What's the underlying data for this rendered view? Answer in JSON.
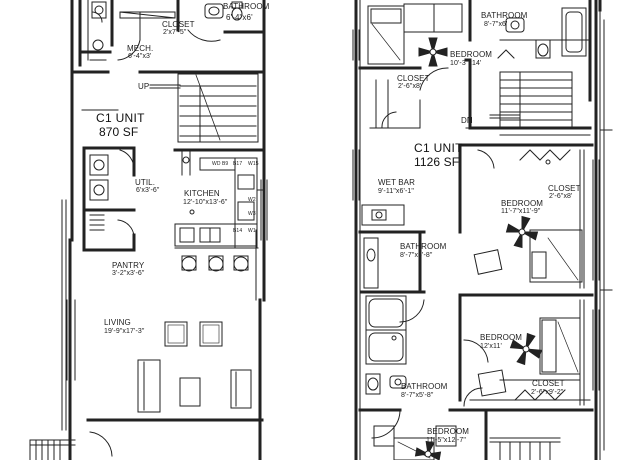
{
  "left_unit": {
    "title": "C1 UNIT",
    "area": "870 SF",
    "rooms": {
      "closet": {
        "name": "CLOSET",
        "dim": "2'x7'-5\""
      },
      "bathroom": {
        "name": "BATHROOM",
        "dim": "6'-4\"x6'"
      },
      "mech": {
        "name": "MECH.",
        "dim": "6'-4\"x3'"
      },
      "util": {
        "name": "UTIL.",
        "dim": "6'x3'-6\""
      },
      "kitchen": {
        "name": "KITCHEN",
        "dim": "12'-10\"x13'-6\""
      },
      "pantry": {
        "name": "PANTRY",
        "dim": "3'-2\"x3'-6\""
      },
      "living": {
        "name": "LIVING",
        "dim": "19'-9\"x17'-3\""
      }
    },
    "stair": "UP",
    "appliance_tags": [
      "WD",
      "B9",
      "B17",
      "W15",
      "W2",
      "W3",
      "B14",
      "W1"
    ]
  },
  "right_unit": {
    "title": "C1 UNIT",
    "area": "1126 SF",
    "rooms": {
      "bathroom_top": {
        "name": "BATHROOM",
        "dim": "8'-7\"x6'"
      },
      "bedroom_top": {
        "name": "BEDROOM",
        "dim": "10'-3\"x14'"
      },
      "closet_top": {
        "name": "CLOSET",
        "dim": "2'-6\"x8'"
      },
      "wet_bar": {
        "name": "WET BAR",
        "dim": "9'-11\"x6'-1\""
      },
      "closet_mid": {
        "name": "CLOSET",
        "dim": "2'-6\"x8'"
      },
      "bedroom_mid": {
        "name": "BEDROOM",
        "dim": "11'-7\"x11'-9\""
      },
      "bathroom_mid": {
        "name": "BATHROOM",
        "dim": "8'-7\"x5'-8\""
      },
      "bedroom_low": {
        "name": "BEDROOM",
        "dim": "12'x11'"
      },
      "bathroom_low": {
        "name": "BATHROOM",
        "dim": "8'-7\"x5'-8\""
      },
      "closet_low": {
        "name": "CLOSET",
        "dim": "2'-6\"x9'-2\""
      },
      "bedroom_bottom": {
        "name": "BEDROOM",
        "dim": "11'-5\"x12'-7\""
      }
    },
    "stair": "DN"
  }
}
